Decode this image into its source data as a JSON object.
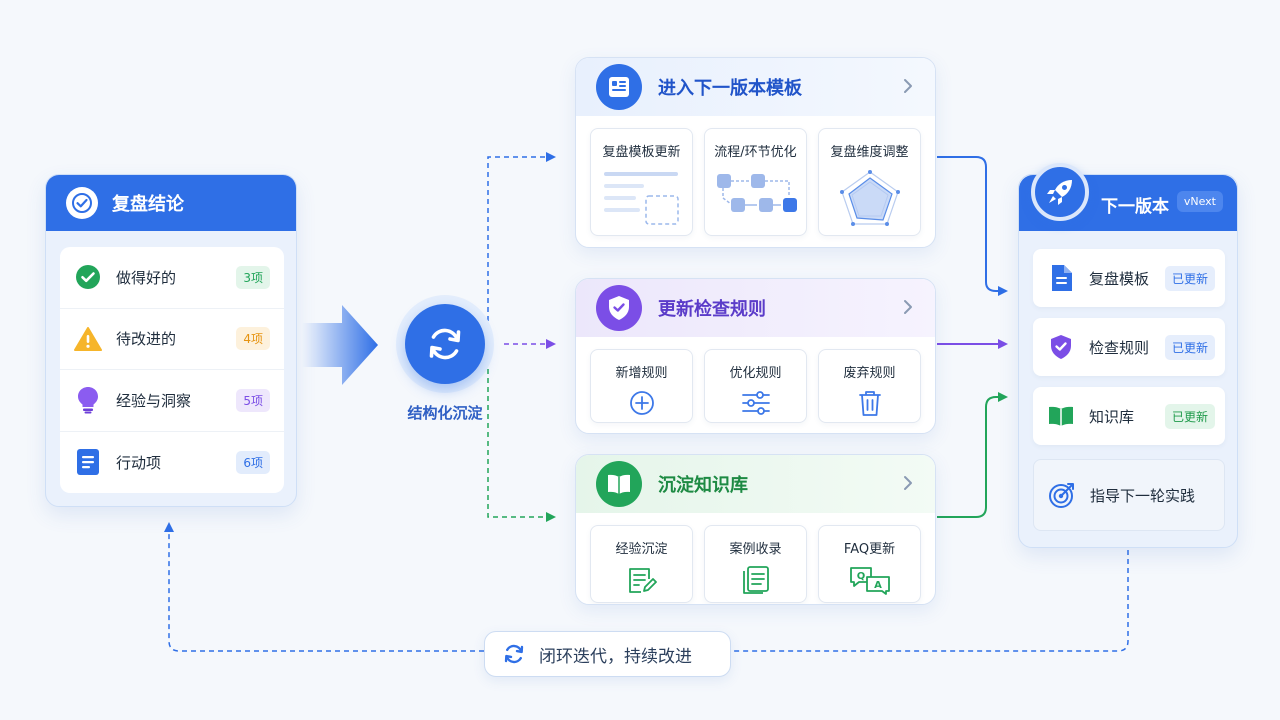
{
  "conclusion": {
    "title": "复盘结论",
    "items": [
      {
        "label": "做得好的",
        "badge": "3项",
        "icon": "check-circle-icon",
        "color": "#22a55a",
        "badge_bg": "#e3f5ea"
      },
      {
        "label": "待改进的",
        "badge": "4项",
        "icon": "warning-icon",
        "color": "#f0a020",
        "badge_bg": "#fdf1dc"
      },
      {
        "label": "经验与洞察",
        "badge": "5项",
        "icon": "lightbulb-icon",
        "color": "#7b4ee6",
        "badge_bg": "#eee7fc"
      },
      {
        "label": "行动项",
        "badge": "6项",
        "icon": "document-icon",
        "color": "#2f6fe6",
        "badge_bg": "#e2ecfc"
      }
    ]
  },
  "hub": {
    "label": "结构化沉淀",
    "icon": "refresh-icon"
  },
  "template_card": {
    "title": "进入下一版本模板",
    "subs": [
      {
        "label": "复盘模板更新",
        "icon": "template-lines-icon"
      },
      {
        "label": "流程/环节优化",
        "icon": "flowchart-icon"
      },
      {
        "label": "复盘维度调整",
        "icon": "radar-icon"
      }
    ]
  },
  "rules_card": {
    "title": "更新检查规则",
    "subs": [
      {
        "label": "新增规则",
        "icon": "plus-circle-icon"
      },
      {
        "label": "优化规则",
        "icon": "sliders-icon"
      },
      {
        "label": "废弃规则",
        "icon": "trash-icon"
      }
    ]
  },
  "kb_card": {
    "title": "沉淀知识库",
    "subs": [
      {
        "label": "经验沉淀",
        "icon": "note-edit-icon"
      },
      {
        "label": "案例收录",
        "icon": "files-icon"
      },
      {
        "label": "FAQ更新",
        "icon": "qa-icon"
      }
    ]
  },
  "next_version": {
    "title": "下一版本",
    "tag": "vNext",
    "items": [
      {
        "label": "复盘模板",
        "status": "已更新",
        "icon": "document-icon",
        "status_color": "#2f6fe6",
        "status_bg": "#e6eefc"
      },
      {
        "label": "检查规则",
        "status": "已更新",
        "icon": "shield-check-icon",
        "status_color": "#2f6fe6",
        "status_bg": "#e6eefc"
      },
      {
        "label": "知识库",
        "status": "已更新",
        "icon": "book-icon",
        "status_color": "#1f9a4b",
        "status_bg": "#e3f5ea"
      },
      {
        "label": "指导下一轮实践",
        "icon": "target-icon"
      }
    ]
  },
  "loop": {
    "label": "闭环迭代，持续改进",
    "icon": "refresh-icon"
  },
  "colors": {
    "blue": "#2f6fe6",
    "purple": "#7b4ee6",
    "green": "#22a55a"
  }
}
